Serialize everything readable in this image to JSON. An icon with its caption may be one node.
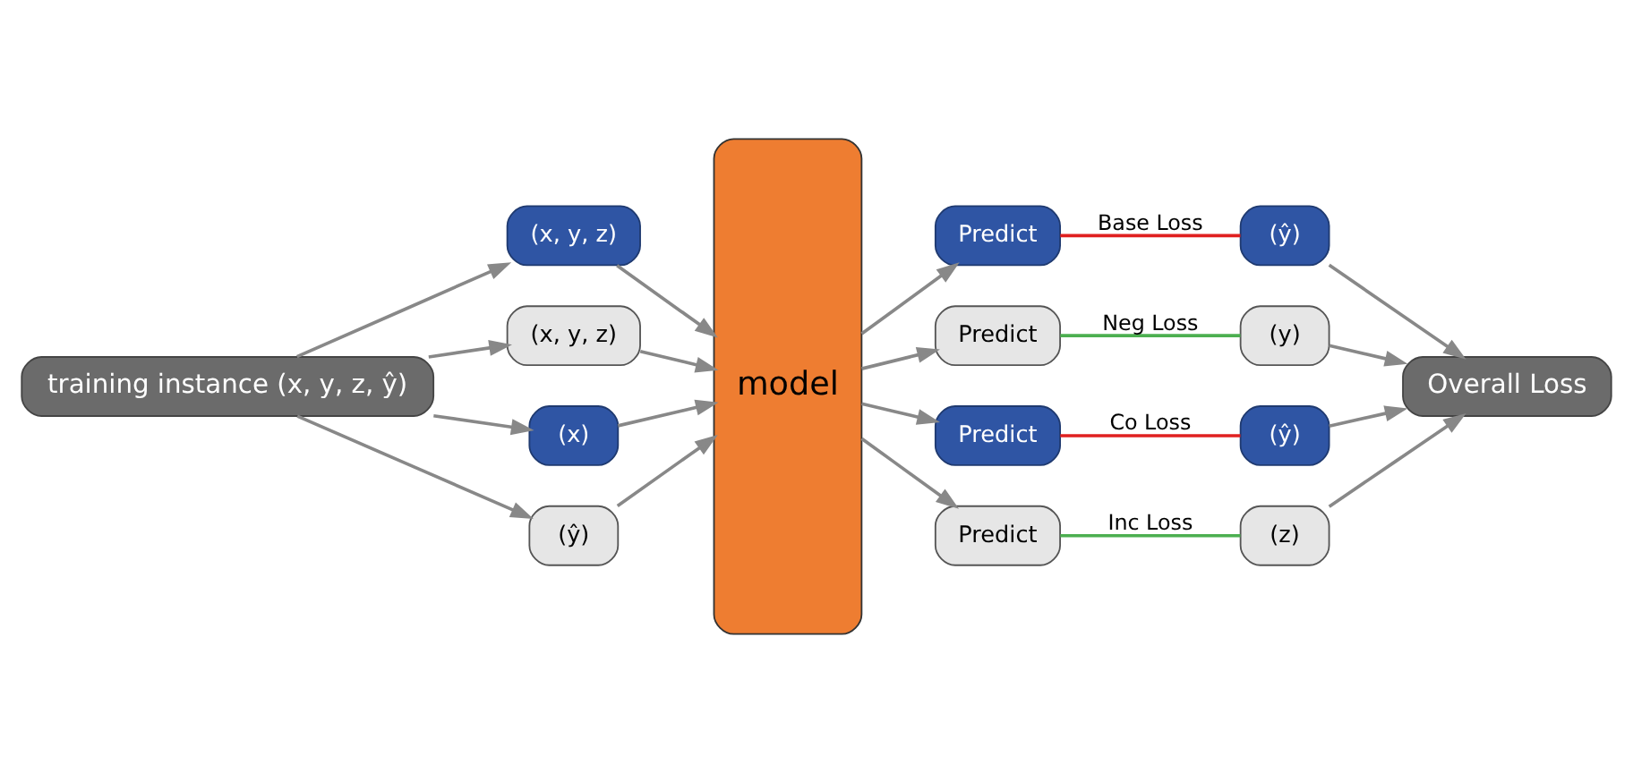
{
  "diagram": {
    "nodes": [
      {
        "text": [
          "training instance (x, y, z, ŷ)"
        ]
      },
      {
        "text": [
          "(x, y, z)"
        ]
      },
      {
        "text": [
          "(x, y, z)"
        ]
      },
      {
        "text": [
          "(x)"
        ]
      },
      {
        "text": [
          "(ŷ)"
        ]
      },
      {
        "text": [
          "model"
        ]
      },
      {
        "text": [
          "Predict"
        ]
      },
      {
        "text": [
          "(ŷ)"
        ]
      },
      {
        "text": [
          "Predict"
        ]
      },
      {
        "text": [
          "(y)"
        ]
      },
      {
        "text": [
          "Predict"
        ]
      },
      {
        "text": [
          "(ŷ)"
        ]
      },
      {
        "text": [
          "Predict"
        ]
      },
      {
        "text": [
          "(z)"
        ]
      },
      {
        "text": [
          "Overall Loss"
        ]
      }
    ],
    "edges": [
      {
        "from": 0,
        "to": 1,
        "arrow": "to"
      },
      {
        "from": 0,
        "to": 2,
        "arrow": "to"
      },
      {
        "from": 0,
        "to": 3,
        "arrow": "to"
      },
      {
        "from": 0,
        "to": 4,
        "arrow": "to"
      },
      {
        "from": 1,
        "to": 5,
        "arrow": "to"
      },
      {
        "from": 2,
        "to": 5,
        "arrow": "to"
      },
      {
        "from": 3,
        "to": 5,
        "arrow": "to"
      },
      {
        "from": 4,
        "to": 5,
        "arrow": "to"
      },
      {
        "from": 5,
        "to": 6,
        "arrow": "to"
      },
      {
        "from": 5,
        "to": 8,
        "arrow": "to"
      },
      {
        "from": 5,
        "to": 10,
        "arrow": "to"
      },
      {
        "from": 5,
        "to": 12,
        "arrow": "to"
      },
      {
        "from": 6,
        "to": 7,
        "arrow": "none",
        "label": "Base Loss",
        "color": "#e02020"
      },
      {
        "from": 8,
        "to": 9,
        "arrow": "none",
        "label": "Neg Loss",
        "color": "#4caf50"
      },
      {
        "from": 10,
        "to": 11,
        "arrow": "none",
        "label": "Co Loss",
        "color": "#e02020"
      },
      {
        "from": 12,
        "to": 13,
        "arrow": "none",
        "label": "Inc Loss",
        "color": "#4caf50"
      },
      {
        "from": 7,
        "to": 14,
        "arrow": "to"
      },
      {
        "from": 9,
        "to": 14,
        "arrow": "to"
      },
      {
        "from": 11,
        "to": 14,
        "arrow": "to"
      },
      {
        "from": 13,
        "to": 14,
        "arrow": "to"
      }
    ]
  }
}
